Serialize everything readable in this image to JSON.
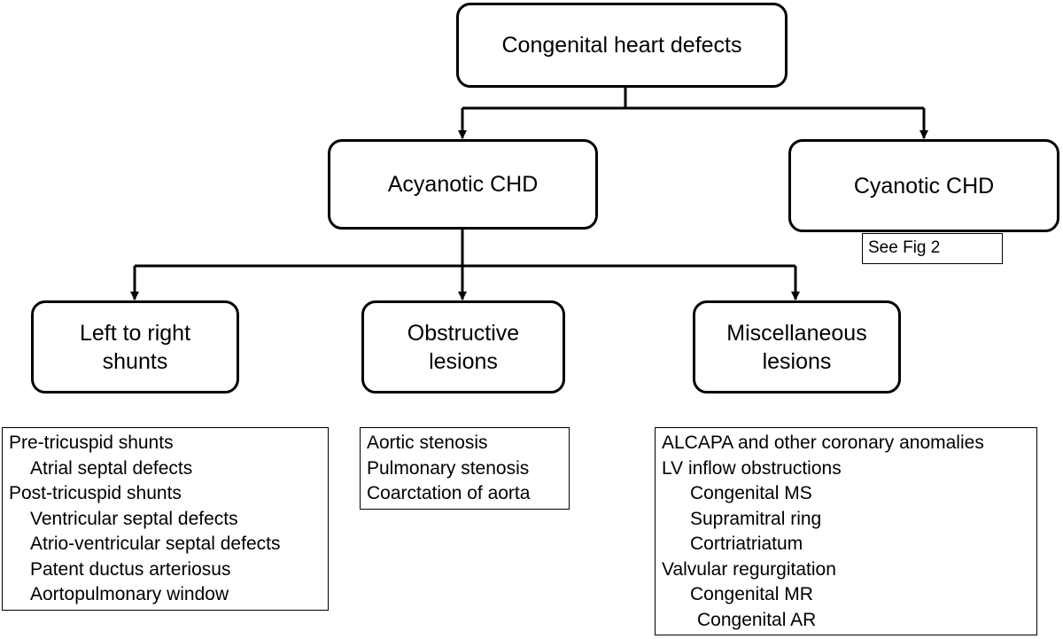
{
  "root": "Congenital heart defects",
  "level2": {
    "acyanotic": "Acyanotic CHD",
    "cyanotic": "Cyanotic CHD",
    "cyanotic_note": "See Fig 2"
  },
  "level3": {
    "left_to_right": [
      "Left to right",
      "shunts"
    ],
    "obstructive": [
      "Obstructive",
      "lesions"
    ],
    "miscellaneous": [
      "Miscellaneous",
      "lesions"
    ]
  },
  "lists": {
    "left_to_right": [
      "Pre-tricuspid shunts",
      "Atrial septal defects",
      "Post-tricuspid shunts",
      "Ventricular septal defects",
      "Atrio-ventricular septal defects",
      "Patent ductus arteriosus",
      "Aortopulmonary window"
    ],
    "obstructive": [
      "Aortic stenosis",
      "Pulmonary stenosis",
      "Coarctation of aorta"
    ],
    "miscellaneous": [
      "ALCAPA and other coronary anomalies",
      "LV inflow obstructions",
      "Congenital MS",
      "Supramitral ring",
      "Cortriatriatum",
      "Valvular regurgitation",
      "Congenital MR",
      "Congenital AR"
    ]
  }
}
